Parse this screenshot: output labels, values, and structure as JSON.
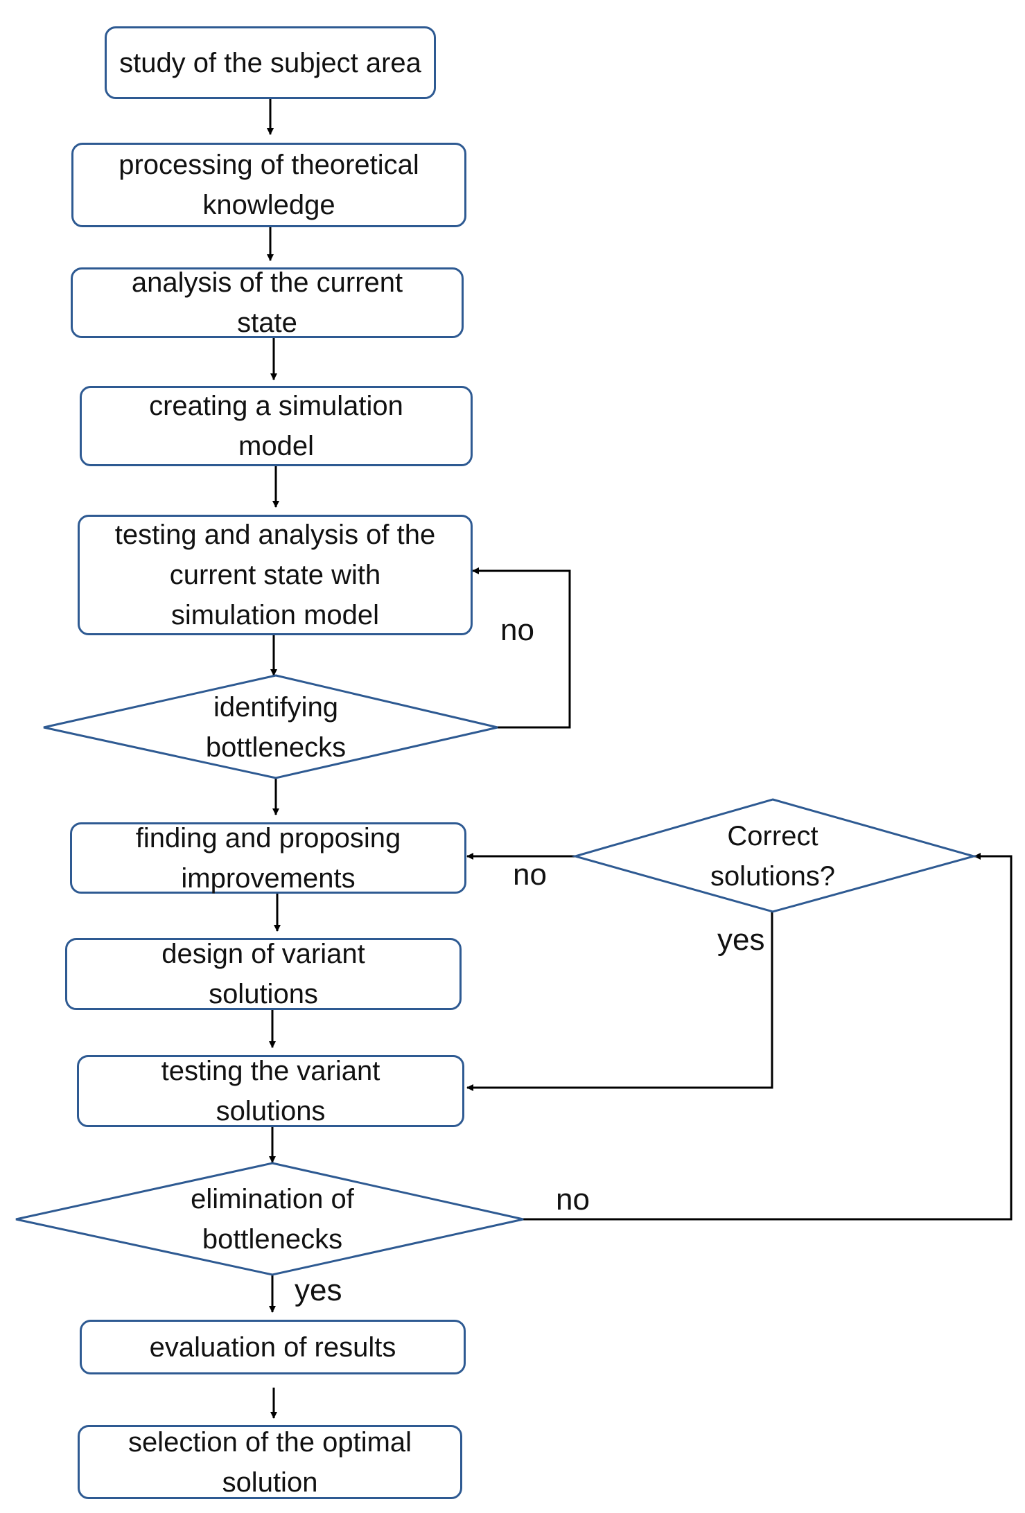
{
  "nodes": {
    "study": "study of the subject area",
    "processing": "processing of theoretical knowledge",
    "analysis": "analysis of the current state",
    "creating": "creating a simulation model",
    "testing_current": "testing and analysis of the current state with simulation model",
    "identifying": "identifying bottlenecks",
    "finding": "finding and proposing improvements",
    "design": "design of variant solutions",
    "testing_variant": "testing the variant solutions",
    "elimination": "elimination of bottlenecks",
    "correct": "Correct solutions?",
    "evaluation": "evaluation of results",
    "selection": "selection of the optimal solution"
  },
  "edge_labels": {
    "identifying_no": "no",
    "correct_no": "no",
    "correct_yes": "yes",
    "elimination_no": "no",
    "elimination_yes": "yes"
  },
  "colors": {
    "node_border": "#2e5a92",
    "arrow": "#000000"
  }
}
